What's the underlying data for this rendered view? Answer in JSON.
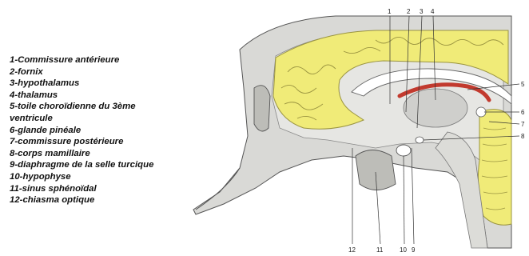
{
  "legend": {
    "items": [
      "1-Commissure antérieure",
      "2-fornix",
      "3-hypothalamus",
      "4-thalamus",
      "5-toile choroïdienne du 3ème",
      "ventricule",
      "6-glande pinéale",
      "7-commissure postérieure",
      "8-corps mamillaire",
      "9-diaphragme de la selle turcique",
      "10-hypophyse",
      "11-sinus sphénoïdal",
      "12-chiasma optique"
    ]
  },
  "callouts": {
    "top": [
      "1",
      "2",
      "3",
      "4"
    ],
    "right": [
      "5",
      "6",
      "7",
      "8"
    ],
    "bottom": [
      "12",
      "11",
      "10",
      "9"
    ]
  },
  "colors": {
    "cortex_yellow": "#f0eb78",
    "cortex_outline": "#9a9440",
    "bone_grey": "#d9d9d6",
    "choroid_red": "#c23a2e",
    "line": "#333333"
  }
}
